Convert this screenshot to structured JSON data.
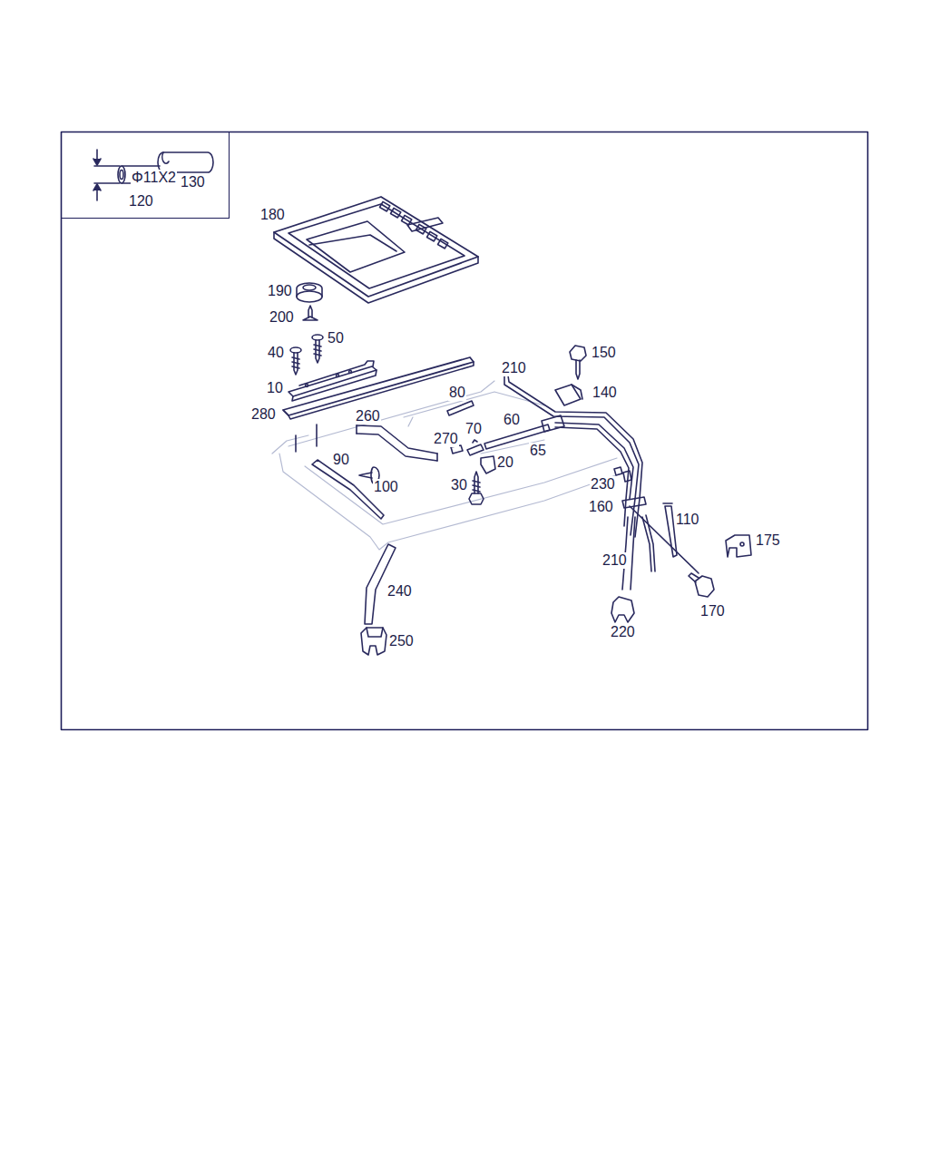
{
  "diagram": {
    "nodes": [
      {
        "text": [
          "Φ11X2",
          "120",
          "130"
        ]
      }
    ],
    "labels": [
      "180",
      "190",
      "200",
      "40",
      "50",
      "10",
      "280",
      "80",
      "260",
      "210",
      "150",
      "140",
      "60",
      "270",
      "70",
      "65",
      "20",
      "90",
      "100",
      "30",
      "230",
      "160",
      "110",
      "175",
      "210",
      "240",
      "250",
      "220",
      "170"
    ]
  }
}
